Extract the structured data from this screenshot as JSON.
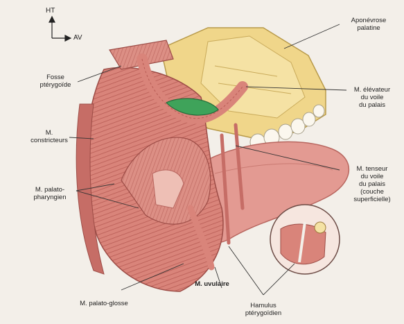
{
  "orientation": {
    "up": "HT",
    "forward": "AV"
  },
  "labels": {
    "fosse": "Fosse\nptérygoïde",
    "constricteurs": "M.\nconstricteurs",
    "palato_pharyngien": "M. palato-\npharyngien",
    "palato_glosse": "M. palato-glosse",
    "uvulaire": "M. uvulaire",
    "hamulus": "Hamulus\nptérygoïdien",
    "aponevrose": "Aponévrose\npalatine",
    "elevateur": "M. élévateur\ndu voile\ndu palais",
    "tenseur": "M. tenseur\ndu voile\ndu palais\n(couche\nsuperficielle)"
  },
  "colors": {
    "background": "#f3efe9",
    "muscle": "#d9847a",
    "muscle_dark": "#b85c55",
    "bone": "#f0d68a",
    "tongue": "#e39a92",
    "aponeurosis": "#3fa35a",
    "teeth": "#fbf7ee",
    "leader": "#333333"
  }
}
